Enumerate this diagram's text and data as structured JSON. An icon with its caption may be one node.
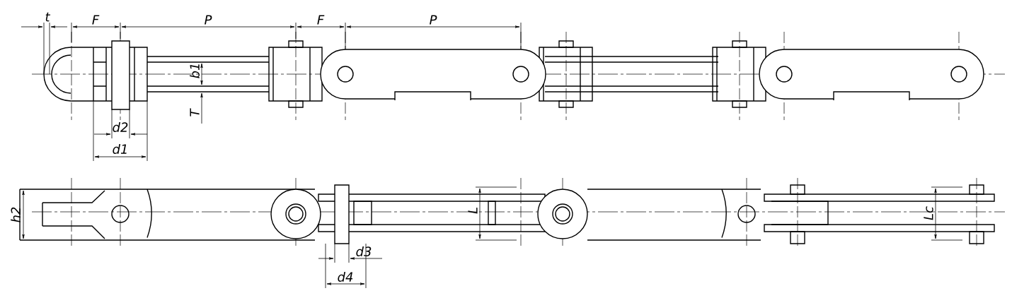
{
  "diagram": {
    "labels": [
      "t",
      "F",
      "P",
      "F",
      "P",
      "b1",
      "T",
      "d2",
      "d1",
      "h2",
      "L",
      "d3",
      "d4",
      "Lc"
    ]
  }
}
